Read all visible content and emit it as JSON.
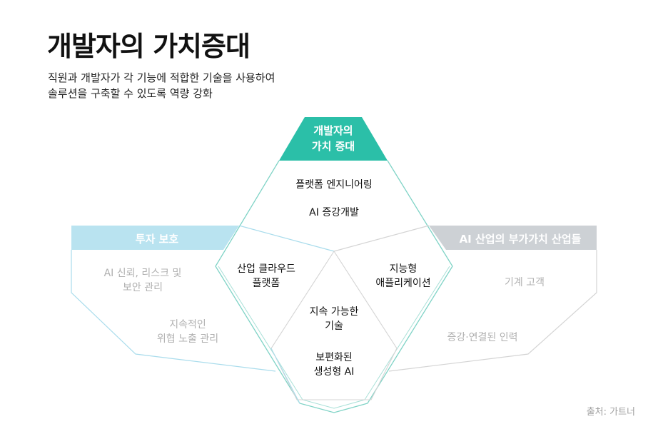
{
  "title": "개발자의 가치증대",
  "subtitle": {
    "line1": "직원과  개발자가 각 기능에 적합한 기술을 사용하여",
    "line2": "솔루션을 구축할 수 있도록 역량 강화"
  },
  "center_header": {
    "line1": "개발자의",
    "line2": "가치 증대"
  },
  "left_header": "투자 보호",
  "right_header": "AI 산업의 부가가치 산업들",
  "top_items": [
    "플랫폼 엔지니어링",
    "AI 증강개발"
  ],
  "left_diamond": {
    "line1": "산업 클라우드",
    "line2": "플랫폼"
  },
  "right_diamond": {
    "line1": "지능형",
    "line2": "애플리케이션"
  },
  "bottom_diamond": {
    "item1": {
      "line1": "지속 가능한",
      "line2": "기술"
    },
    "item2": {
      "line1": "보편화된",
      "line2": "생성형 AI"
    }
  },
  "left_items": [
    {
      "line1": "AI 신뢰, 리스크 및",
      "line2": "보안 관리"
    },
    {
      "line1": "지속적인",
      "line2": "위협 노출 관리"
    }
  ],
  "right_items": [
    "기계 고객",
    "증강·연결된 인력"
  ],
  "source": "출처: 가트너",
  "colors": {
    "teal": "#2bbfa8",
    "light_blue": "#b9e3f0",
    "light_gray": "#c8ccd0",
    "line_teal": "#7fd3c6",
    "line_blue": "#a9dcec",
    "line_gray": "#d4d4d4"
  }
}
